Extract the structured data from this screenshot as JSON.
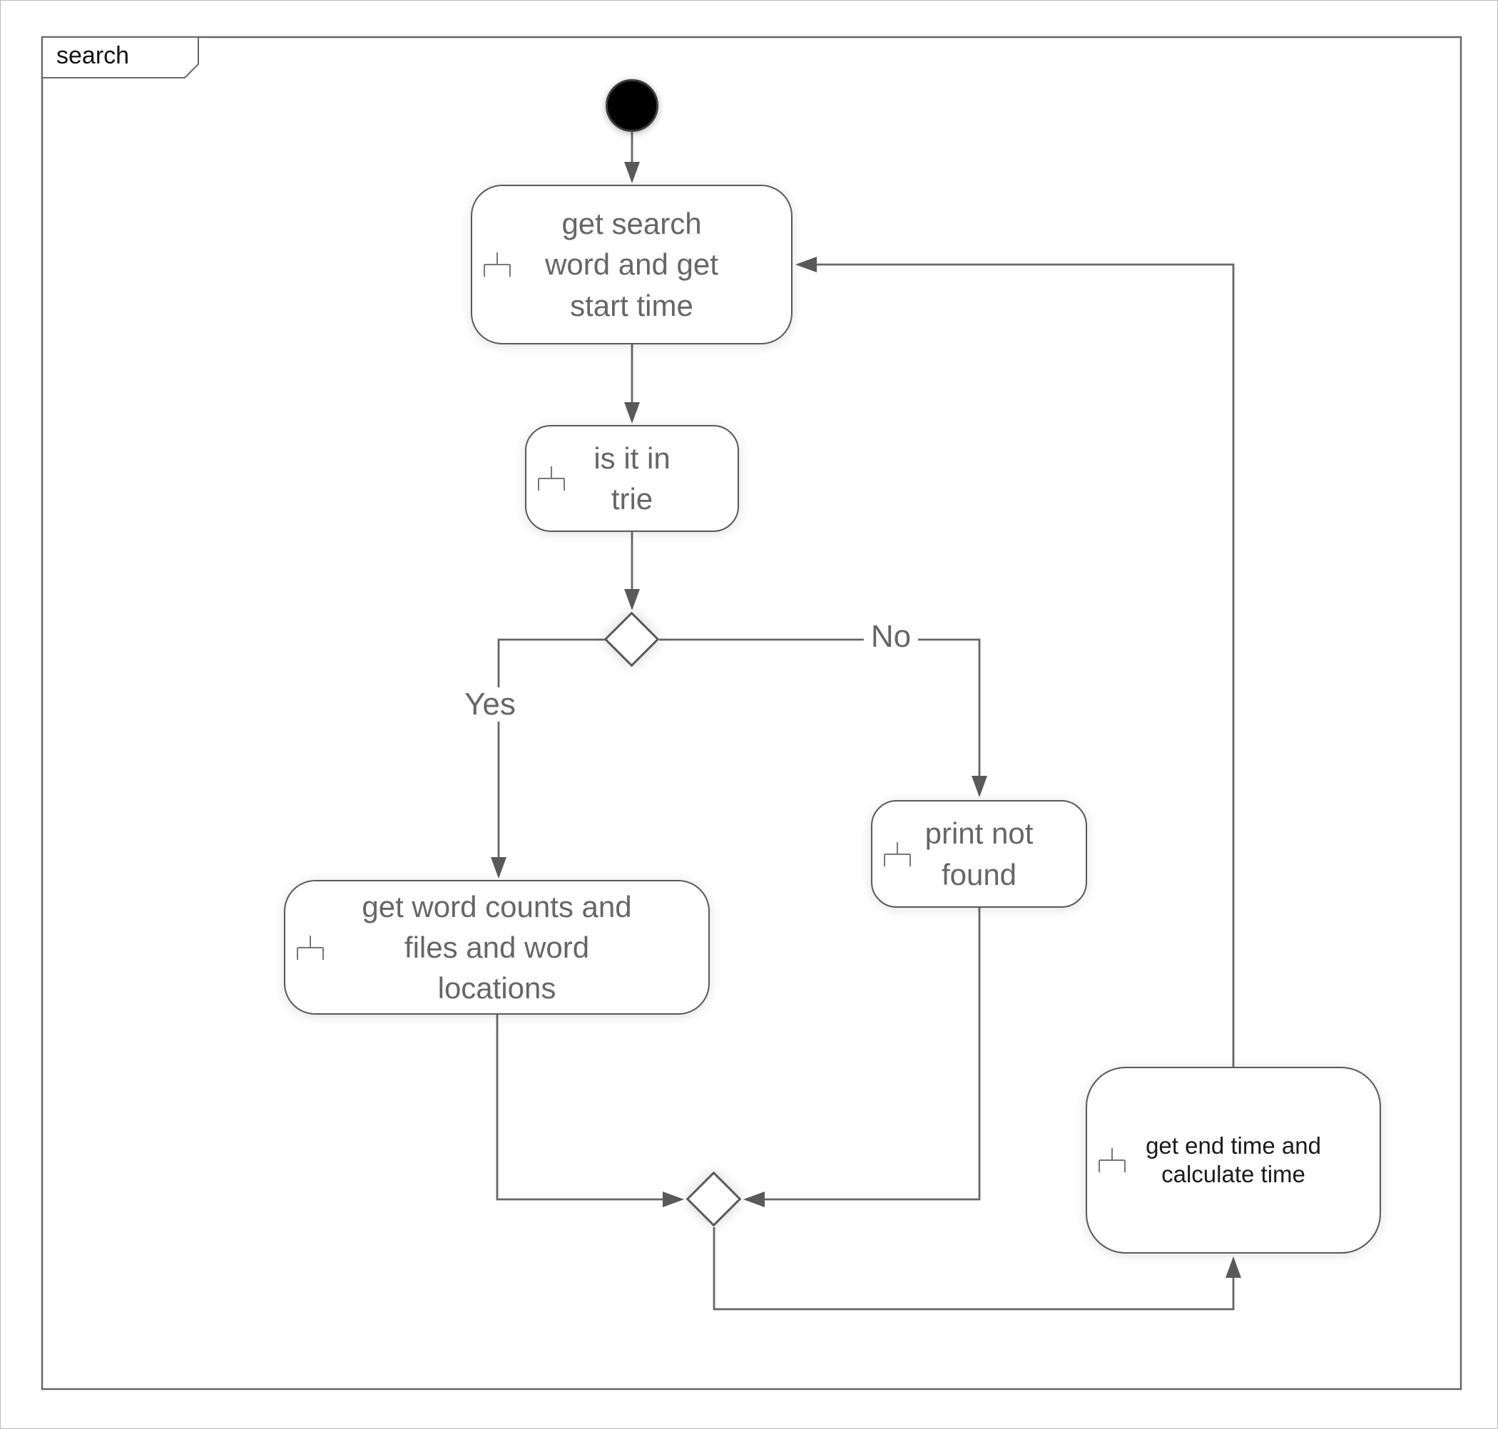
{
  "frame": {
    "title": "search"
  },
  "colors": {
    "connector": "#666666",
    "arrowhead": "#595959",
    "node_border": "#595959",
    "node_text_gray": "#666666",
    "node_text_black": "#1a1a1a",
    "node_fill": "#ffffff"
  },
  "nodes": {
    "initial": {
      "type": "initial-node"
    },
    "get_search_word": {
      "label": "get search\nword and get\nstart time"
    },
    "is_it_in_trie": {
      "label": "is it in\ntrie"
    },
    "decision": {
      "type": "decision"
    },
    "get_word_counts": {
      "label": "get word counts and\nfiles and word\nlocations"
    },
    "print_not_found": {
      "label": "print not\nfound"
    },
    "merge": {
      "type": "merge"
    },
    "get_end_time": {
      "label": "get end time and\ncalculate time"
    }
  },
  "edge_labels": {
    "yes": "Yes",
    "no": "No"
  }
}
